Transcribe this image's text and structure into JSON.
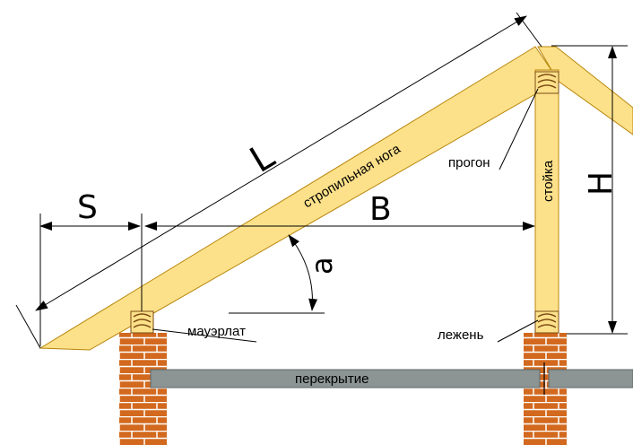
{
  "labels": {
    "L": "L",
    "S": "S",
    "B": "B",
    "H": "H",
    "a": "a",
    "rafter": "стропильная нога",
    "purlin": "прогон",
    "post": "стойка",
    "wall_plate": "мауэрлат",
    "sill": "лежень",
    "floor": "перекрытие"
  },
  "colors": {
    "timber": "#FDE18A",
    "timber_edge": "#B8860B",
    "grain": "#7A4A12",
    "brick": "#D2691E",
    "mortar": "#ffffff",
    "slab": "#8C9494",
    "line": "#000000"
  }
}
